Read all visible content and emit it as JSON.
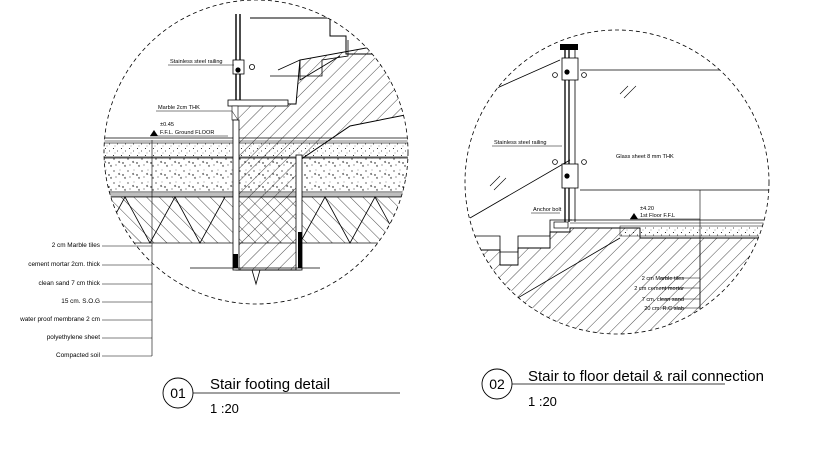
{
  "details": [
    {
      "number": "01",
      "title": "Stair footing detail",
      "scale": "1 :20",
      "callouts": {
        "railing": "Stainless steel railing",
        "marble": "Marble 2cm THK",
        "level_value": "±0.45",
        "level_name": "F.F.L. Ground FLOOR"
      },
      "layers": [
        "2 cm Marble tiles",
        "cement mortar 2cm. thick",
        "clean sand  7 cm thick",
        "15 cm. S.O.G",
        "water proof membrane 2 cm",
        "polyethylene sheet",
        "Compacted soil"
      ]
    },
    {
      "number": "02",
      "title": "Stair to floor detail & rail connection",
      "scale": "1 :20",
      "callouts": {
        "railing": "Stainless steel railing",
        "glass": "Glass sheet 8 mm THK",
        "anchor": "Anchor bolt",
        "level_value": "±4.20",
        "level_name": "1st Floor F.F.L"
      },
      "layers": [
        "2 cm Marble tiles",
        "2 cm cement mortar",
        "7 cm. clean sand",
        "20 cm. R.C slab"
      ]
    }
  ]
}
